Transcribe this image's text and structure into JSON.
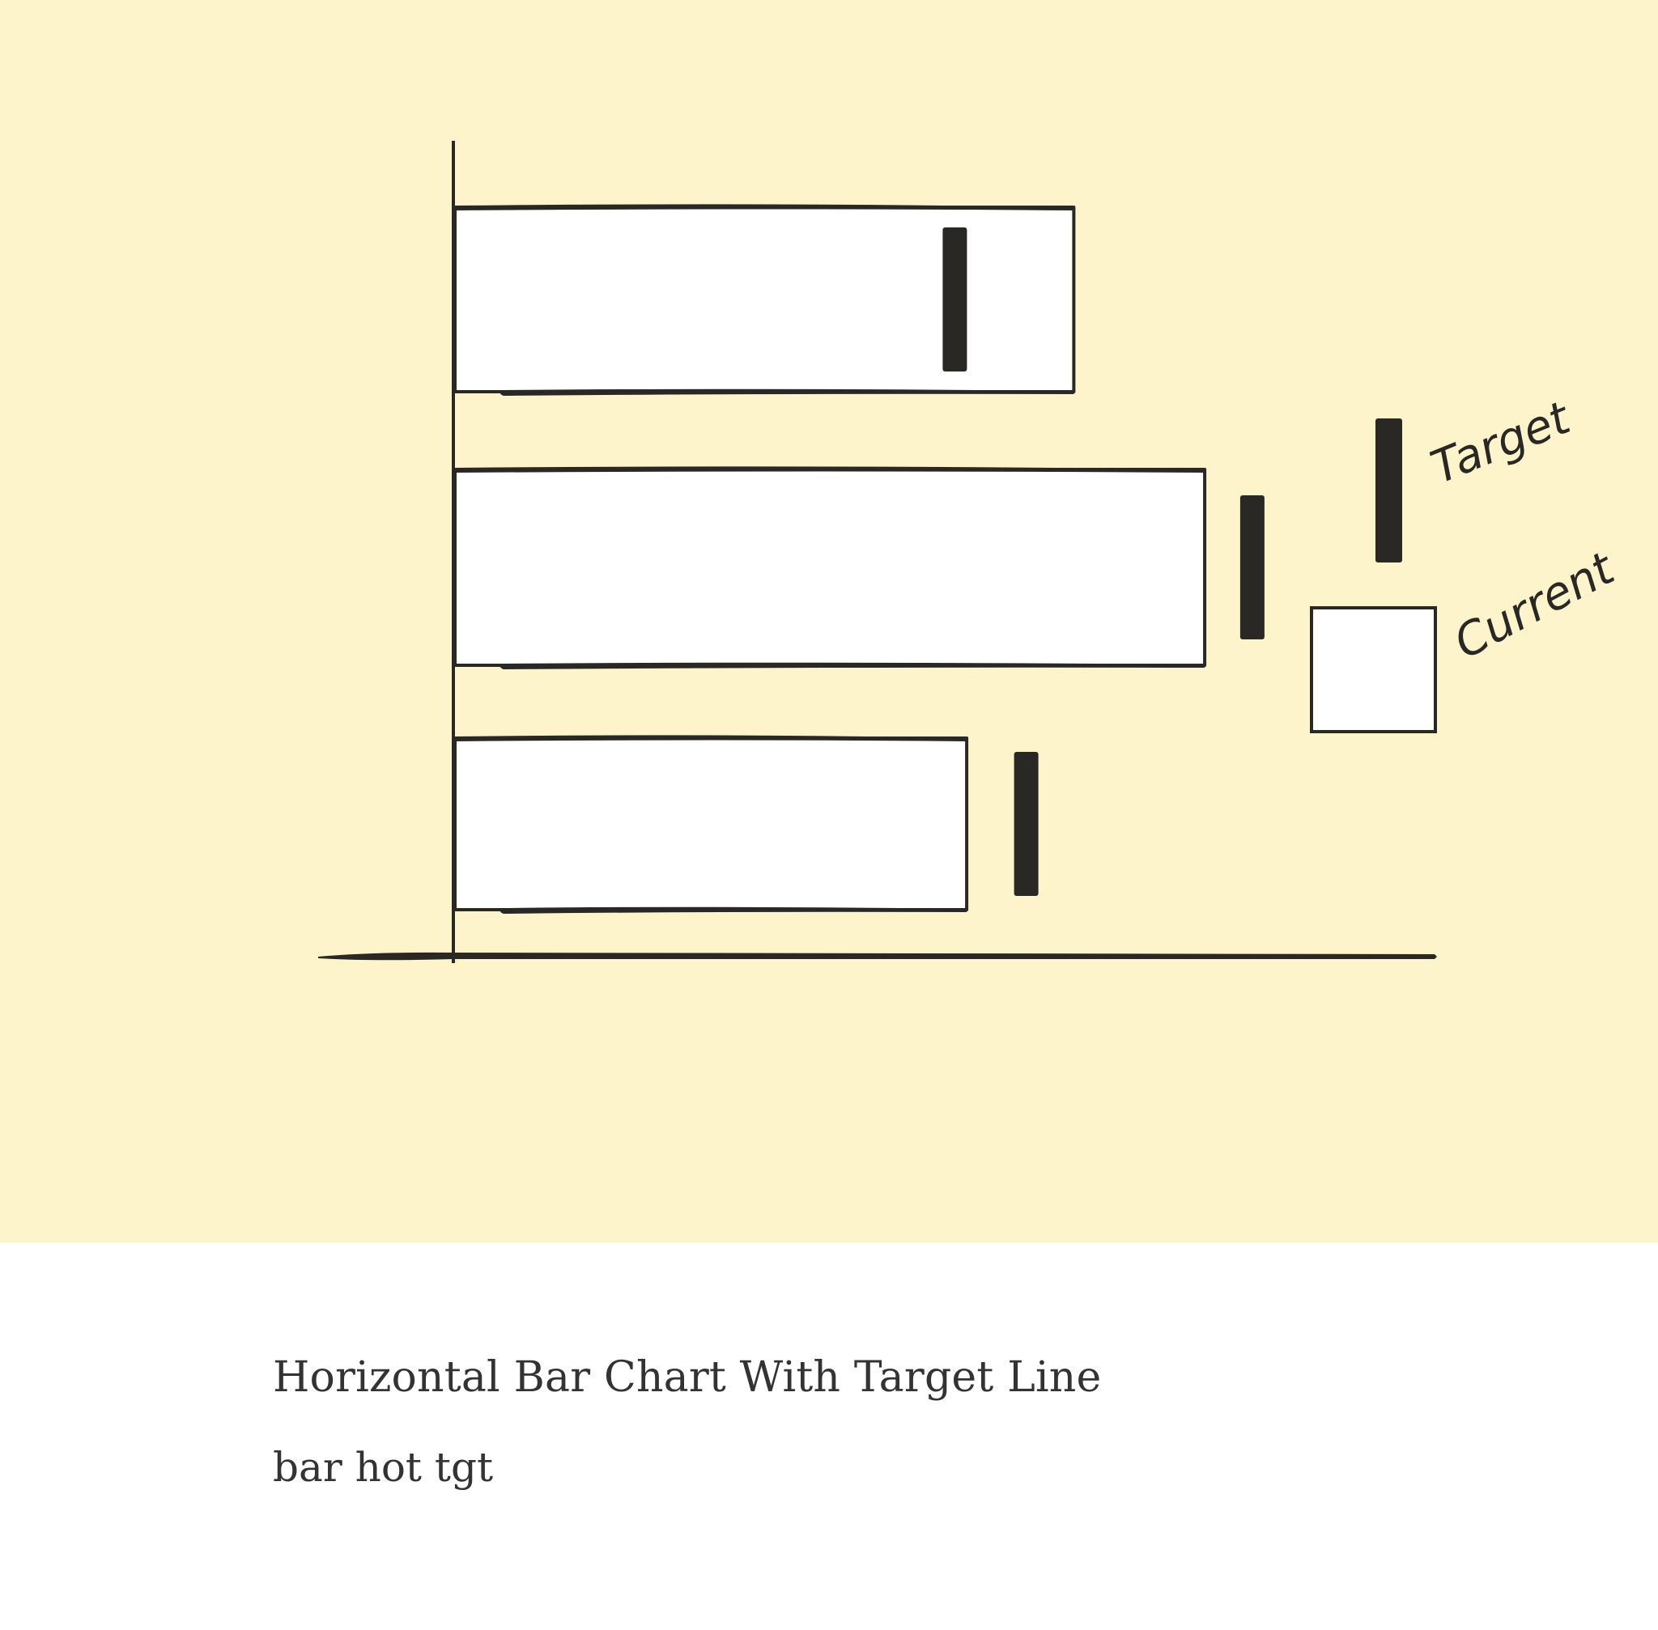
{
  "colors": {
    "background": "#fdf4cc",
    "ink": "#2a2825",
    "bar_fill": "#ffffff",
    "caption_text": "#333333"
  },
  "card": {
    "title": "Horizontal Bar Chart With Target Line",
    "tags": "bar hot tgt"
  },
  "chart_data": {
    "type": "bar",
    "orientation": "horizontal",
    "style": "hand-drawn",
    "title": "",
    "xlabel": "",
    "ylabel": "",
    "grid": false,
    "axis_ticks": false,
    "legend_position": "right",
    "legend": [
      {
        "key": "target",
        "label": "Target",
        "marker": "filled-bar"
      },
      {
        "key": "current",
        "label": "Current",
        "marker": "outlined-box"
      }
    ],
    "xlim": [
      0,
      100
    ],
    "series": [
      {
        "name": "Current",
        "values": [
          52,
          63,
          43
        ]
      },
      {
        "name": "Target",
        "values": [
          42,
          67,
          48
        ]
      }
    ]
  }
}
